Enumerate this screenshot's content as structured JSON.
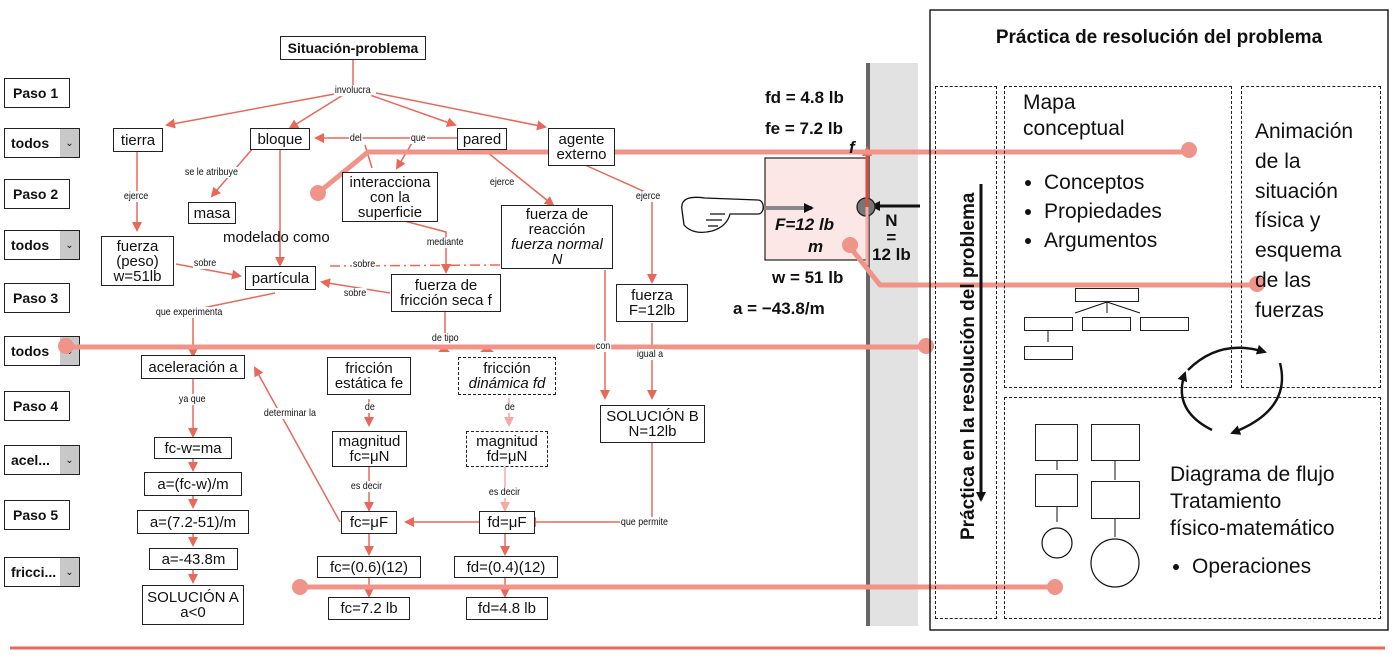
{
  "steps": [
    {
      "type": "label",
      "label": "Paso 1"
    },
    {
      "type": "select",
      "value": "todos"
    },
    {
      "type": "label",
      "label": "Paso 2"
    },
    {
      "type": "select",
      "value": "todos"
    },
    {
      "type": "label",
      "label": "Paso 3"
    },
    {
      "type": "select",
      "value": "todos"
    },
    {
      "type": "label",
      "label": "Paso 4"
    },
    {
      "type": "select",
      "value": "acel..."
    },
    {
      "type": "label",
      "label": "Paso 5"
    },
    {
      "type": "select",
      "value": "fricci..."
    }
  ],
  "concept_map": {
    "nodes": {
      "situacion": "Situación-problema",
      "tierra": "tierra",
      "bloque": "bloque",
      "pared": "pared",
      "agente": "agente\nexterno",
      "masa": "masa",
      "interacciona": "interacciona\ncon la\nsuperficie",
      "fuerza_reaccion_1": "fuerza de\nreacción",
      "fuerza_reaccion_2": "fuerza normal",
      "fuerza_reaccion_3": "N",
      "peso": "fuerza\n(peso)\nw=51lb",
      "particula": "partícula",
      "friccion_seca": "fuerza de\nfricción seca f",
      "fuerza_F_1": "fuerza",
      "fuerza_F_2": "F=12lb",
      "aceleracion": "aceleración a",
      "fr_estatica": "fricción\nestática fe",
      "fr_dinamica_1": "fricción",
      "fr_dinamica_2": "dinámica fd",
      "solucion_b": "SOLUCIÓN B\nN=12lb",
      "mag_c": "magnitud\nfc=μN",
      "mag_d": "magnitud\nfd=μN",
      "eq1": "fc-w=ma",
      "eq2": "a=(fc-w)/m",
      "eq3": "a=(7.2-51)/m",
      "eq4": "a=-43.8m",
      "solucion_a": "SOLUCIÓN A\na<0",
      "fc_muF": "fc=μF",
      "fd_muF": "fd=μF",
      "fc_calc": "fc=(0.6)(12)",
      "fd_calc": "fd=(0.4)(12)",
      "fc_res": "fc=7.2 lb",
      "fd_res": "fd=4.8 lb"
    },
    "links": {
      "involucra": "involucra",
      "del": "del",
      "que": "que",
      "se_le_atribuye": "se le atribuye",
      "ejerce1": "ejerce",
      "ejerce2": "ejerce",
      "ejerce3": "ejerce",
      "modelado_como": "modelado como",
      "mediante": "mediante",
      "sobre1": "sobre",
      "sobre2": "sobre",
      "sobre3": "sobre",
      "que_experimenta": "que experimenta",
      "de_tipo": "de tipo",
      "con": "con",
      "igual_a": "igual a",
      "ya_que": "ya que",
      "determinar_la": "determinar la",
      "de1": "de",
      "de2": "de",
      "es_decir1": "es decir",
      "es_decir2": "es decir",
      "que_permite": "que permite"
    }
  },
  "physics": {
    "fd": "fd = 4.8 lb",
    "fe": "fe = 7.2 lb",
    "f_label": "f",
    "F_label": "F=12 lb",
    "m_label": "m",
    "N_label": "N\n=\n12 lb",
    "w_label": "w = 51 lb",
    "a_label": "a = −43.8/m"
  },
  "practice_panel": {
    "title": "Práctica de resolución del problema",
    "vertical_label": "Práctica en la resolución del problema",
    "mapa_title": "Mapa\nconceptual",
    "mapa_bullets": [
      "Conceptos",
      "Propiedades",
      "Argumentos"
    ],
    "animacion": "Animación\nde la\nsituación\nfísica y\nesquema\nde las\nfuerzas",
    "flujo": "Diagrama de flujo\nTratamiento\nfísico-matemático",
    "flujo_bullets": [
      "Operaciones"
    ]
  },
  "colors": {
    "accent": "#e8685a",
    "highlight_line": "#f0948a",
    "wall": "#e2e2e2"
  }
}
